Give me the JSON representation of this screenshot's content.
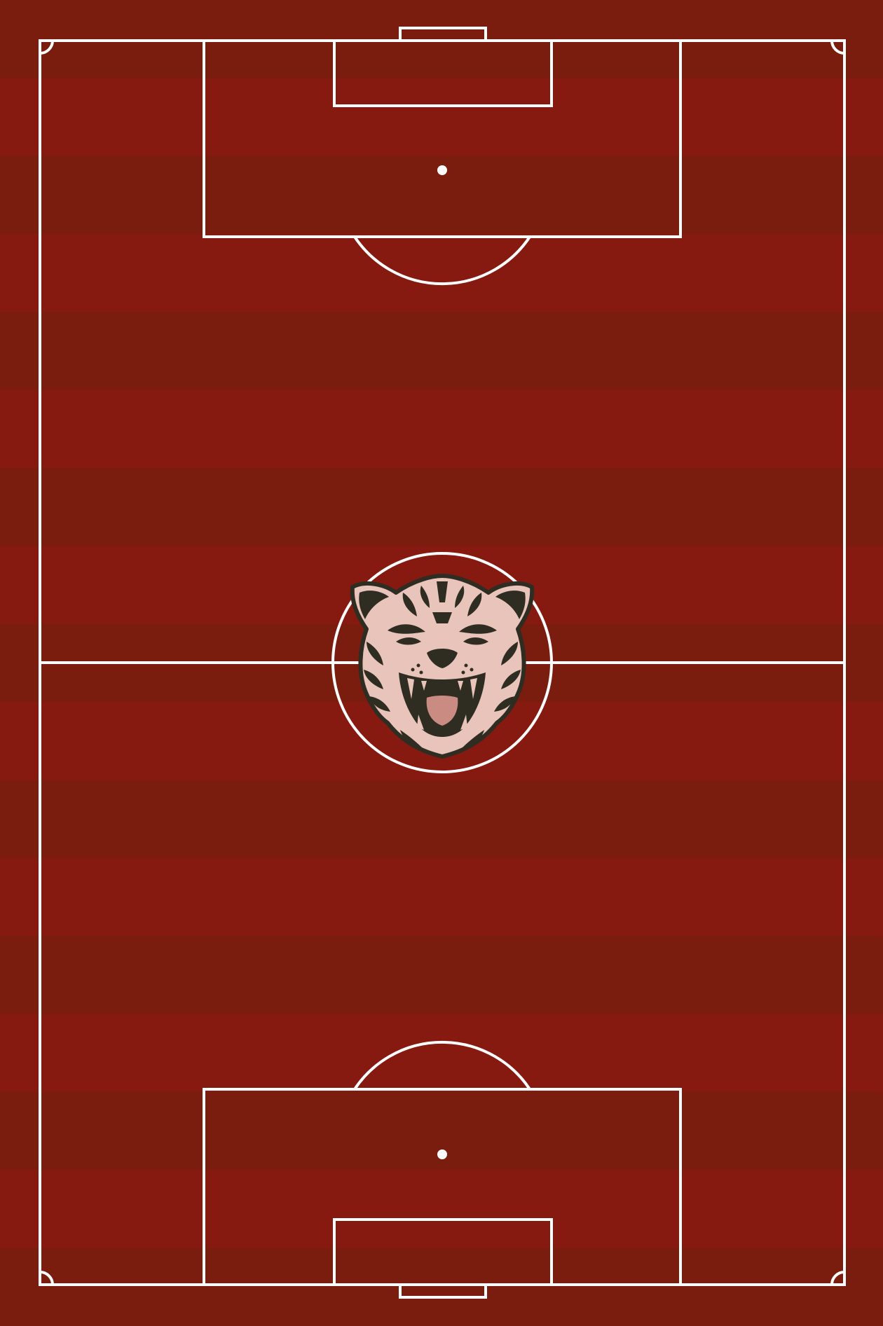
{
  "colors": {
    "stripe_light": "#871a10",
    "stripe_dark": "#7a1d0f",
    "line": "#ffffff",
    "crest_fill": "#e8c4bb",
    "crest_ink": "#2f2d22",
    "crest_mouth": "#c98b82"
  },
  "pitch": {
    "orientation": "vertical",
    "stripe_count": 17,
    "crest": {
      "icon": "tiger-head-icon",
      "placement": "center-circle"
    }
  }
}
